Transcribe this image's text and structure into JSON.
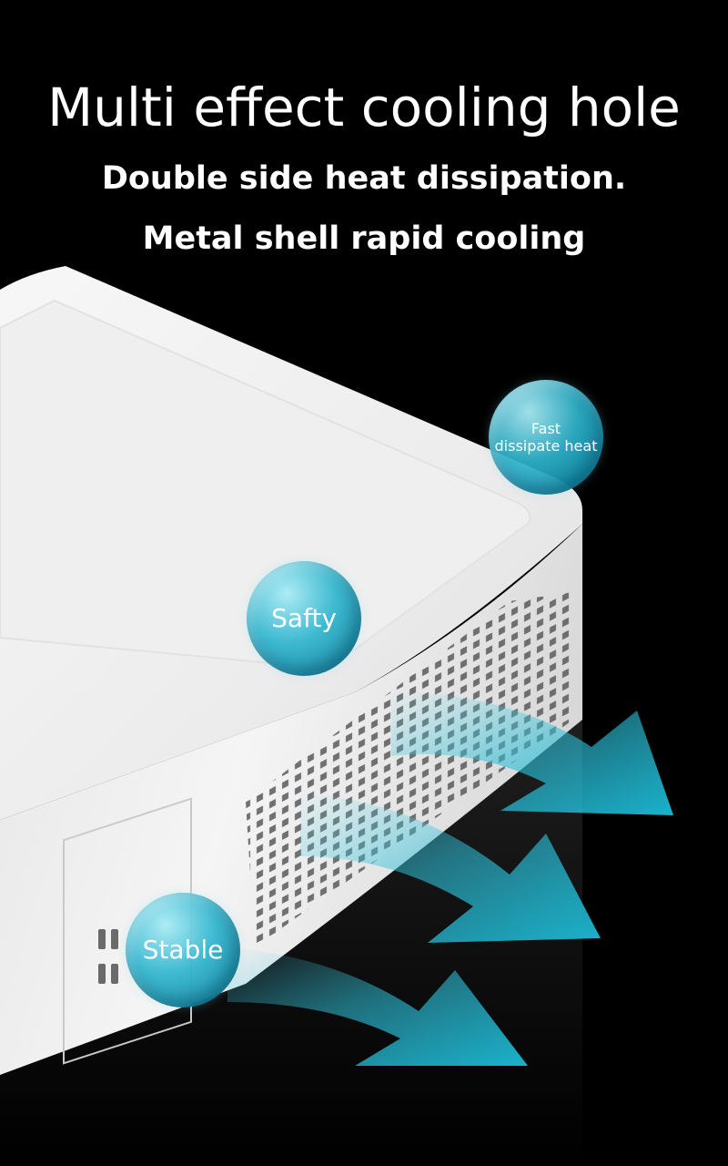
{
  "headline": {
    "title": "Multi effect cooling hole",
    "subtitle_line1": "Double side heat dissipation.",
    "subtitle_line2": "Metal shell rapid cooling"
  },
  "badges": {
    "fast": "Fast\ndissipate heat",
    "safty": "Safty",
    "stable": "Stable"
  },
  "colors": {
    "background": "#000000",
    "text": "#ffffff",
    "accent_cyan": "#1fb4cc",
    "device_white": "#f2f2f2"
  }
}
